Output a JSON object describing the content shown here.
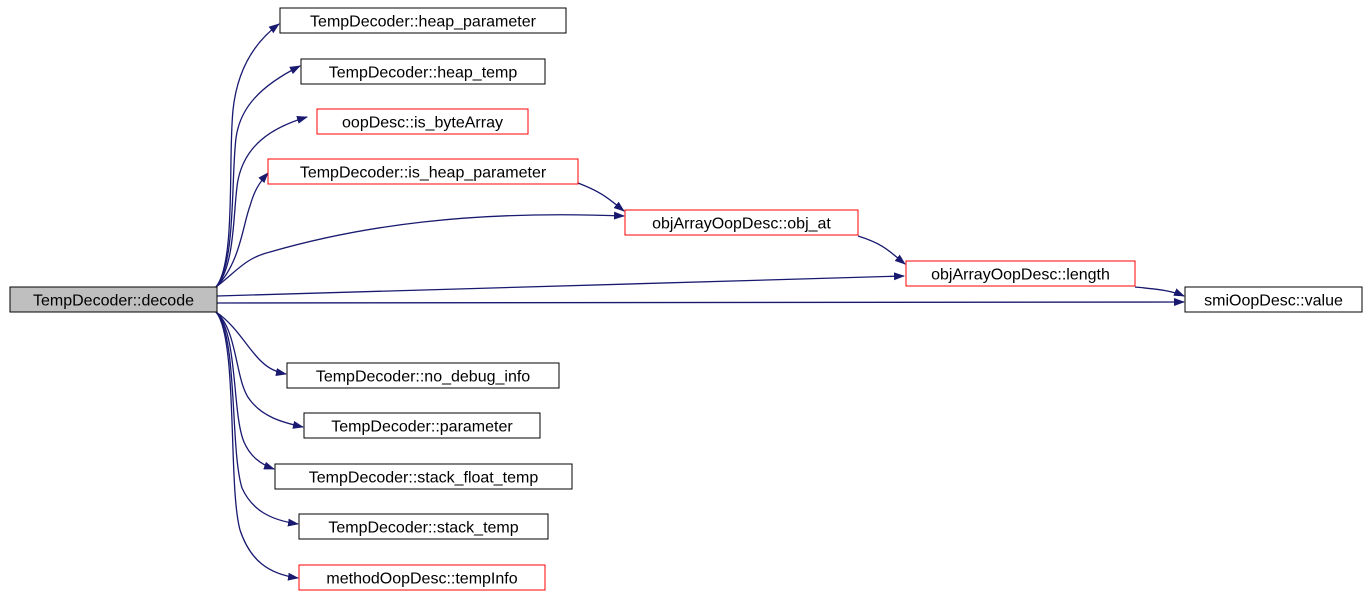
{
  "colors": {
    "edge": "#191970",
    "root_fill": "#bfbfbf",
    "node_fill": "#ffffff",
    "border_black": "#000000",
    "border_red": "#ff0000"
  },
  "nodes": {
    "decode": {
      "label": "TempDecoder::decode",
      "border": "black",
      "root": true
    },
    "heap_parameter": {
      "label": "TempDecoder::heap_parameter",
      "border": "black"
    },
    "heap_temp": {
      "label": "TempDecoder::heap_temp",
      "border": "black"
    },
    "is_byteArray": {
      "label": "oopDesc::is_byteArray",
      "border": "red"
    },
    "is_heap_parameter": {
      "label": "TempDecoder::is_heap_parameter",
      "border": "red"
    },
    "obj_at": {
      "label": "objArrayOopDesc::obj_at",
      "border": "red"
    },
    "length": {
      "label": "objArrayOopDesc::length",
      "border": "red"
    },
    "value": {
      "label": "smiOopDesc::value",
      "border": "black"
    },
    "no_debug_info": {
      "label": "TempDecoder::no_debug_info",
      "border": "black"
    },
    "parameter": {
      "label": "TempDecoder::parameter",
      "border": "black"
    },
    "stack_float_temp": {
      "label": "TempDecoder::stack_float_temp",
      "border": "black"
    },
    "stack_temp": {
      "label": "TempDecoder::stack_temp",
      "border": "black"
    },
    "tempInfo": {
      "label": "methodOopDesc::tempInfo",
      "border": "red"
    }
  },
  "edges": [
    {
      "from": "decode",
      "to": "heap_parameter"
    },
    {
      "from": "decode",
      "to": "heap_temp"
    },
    {
      "from": "decode",
      "to": "is_byteArray"
    },
    {
      "from": "decode",
      "to": "is_heap_parameter"
    },
    {
      "from": "decode",
      "to": "obj_at"
    },
    {
      "from": "decode",
      "to": "length"
    },
    {
      "from": "decode",
      "to": "value"
    },
    {
      "from": "decode",
      "to": "no_debug_info"
    },
    {
      "from": "decode",
      "to": "parameter"
    },
    {
      "from": "decode",
      "to": "stack_float_temp"
    },
    {
      "from": "decode",
      "to": "stack_temp"
    },
    {
      "from": "decode",
      "to": "tempInfo"
    },
    {
      "from": "is_heap_parameter",
      "to": "obj_at"
    },
    {
      "from": "obj_at",
      "to": "length"
    },
    {
      "from": "length",
      "to": "value"
    }
  ]
}
